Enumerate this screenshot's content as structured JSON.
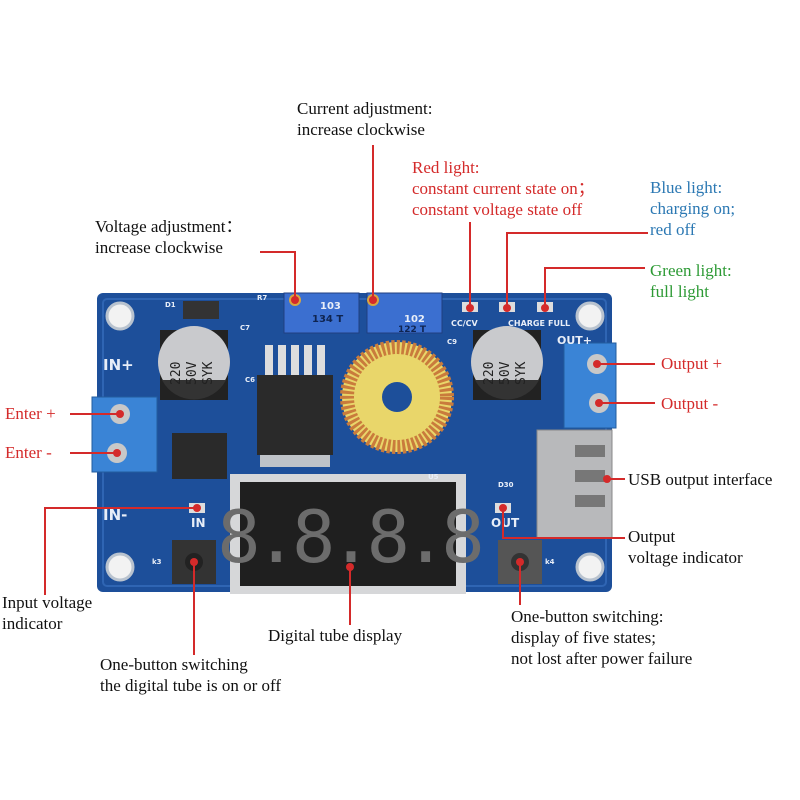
{
  "colors": {
    "annotation_red": "#d42a2a",
    "annotation_blue": "#2b78b3",
    "annotation_green": "#2d9a35",
    "pcb": "#1d4f9a"
  },
  "annotations": {
    "current_adjustment": [
      "Current adjustment:",
      "increase clockwise"
    ],
    "voltage_adjustment": [
      "Voltage adjustment：",
      "increase clockwise"
    ],
    "red_light": [
      "Red light:",
      "constant current state on；",
      "constant voltage state off"
    ],
    "blue_light": [
      "Blue light:",
      "charging on;",
      "red off"
    ],
    "green_light": [
      "Green light:",
      "full light"
    ],
    "output_plus": "Output +",
    "output_minus": "Output -",
    "enter_plus": "Enter +",
    "enter_minus": "Enter -",
    "usb_output": "USB output interface",
    "output_voltage_indicator": [
      "Output",
      "voltage indicator"
    ],
    "input_voltage_indicator": [
      "Input voltage",
      "indicator"
    ],
    "digital_tube_display": "Digital tube display",
    "k4_button": [
      "One-button switching:",
      "display of five states;",
      "not lost after power failure"
    ],
    "k3_button": [
      "One-button switching",
      "the digital tube is on or off"
    ]
  },
  "board_silkscreen": {
    "in_plus": "IN+",
    "in_minus": "IN-",
    "out_plus": "OUT+",
    "in": "IN",
    "out": "OUT",
    "cc_cv": "CC/CV",
    "charge": "CHARGE",
    "full": "FULL",
    "cap_marking": [
      "220",
      "50V",
      "SYK"
    ],
    "pot1": [
      "103",
      "134 T"
    ],
    "pot2": [
      "102",
      "122 T"
    ],
    "refs": [
      "D1",
      "R7",
      "C7",
      "C6",
      "C9",
      "D30",
      "k3",
      "k4",
      "U5"
    ]
  },
  "display_value": "8.8.8.8"
}
